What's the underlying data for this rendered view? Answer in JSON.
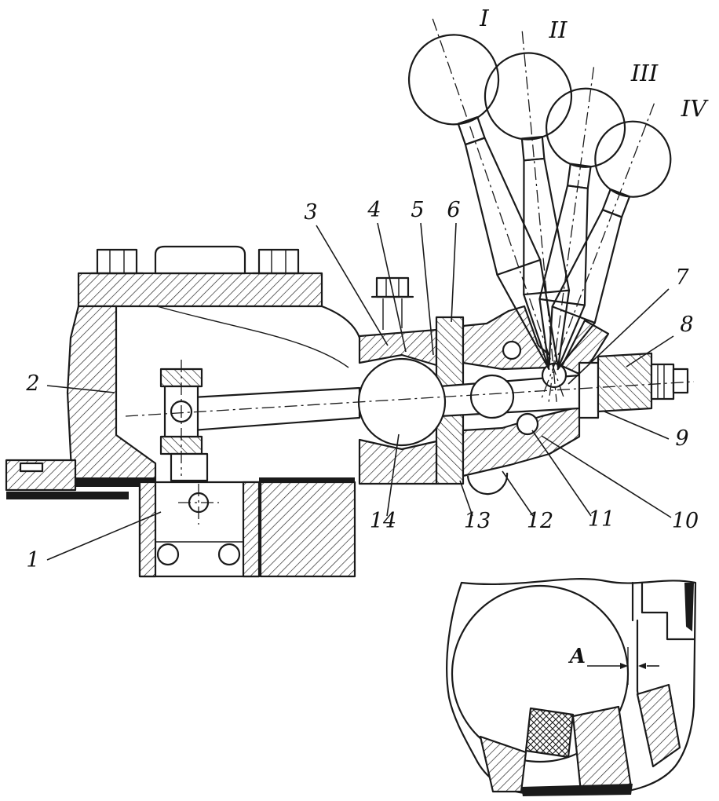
{
  "drawing": {
    "callouts": [
      {
        "label": "1"
      },
      {
        "label": "2"
      },
      {
        "label": "3"
      },
      {
        "label": "4"
      },
      {
        "label": "5"
      },
      {
        "label": "6"
      },
      {
        "label": "7"
      },
      {
        "label": "8"
      },
      {
        "label": "9"
      },
      {
        "label": "10"
      },
      {
        "label": "11"
      },
      {
        "label": "12"
      },
      {
        "label": "13"
      },
      {
        "label": "14"
      }
    ],
    "lever_positions": [
      {
        "label": "I"
      },
      {
        "label": "II"
      },
      {
        "label": "III"
      },
      {
        "label": "IV"
      }
    ],
    "detail": {
      "dimension_label": "A"
    },
    "ink_color": "#1a1a1a",
    "paper_color": "#ffffff"
  }
}
